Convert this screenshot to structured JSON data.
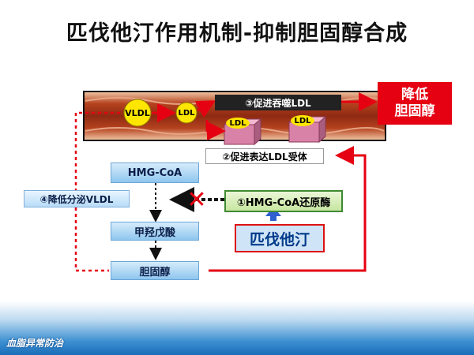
{
  "title": "匹伐他汀作用机制-抑制胆固醇合成",
  "vessel": {
    "vldl_label": "VLDL",
    "ldl_label": "LDL",
    "receptor_label": "LDL"
  },
  "mechanism_3": "③促进吞噬LDL",
  "result_box": {
    "line1": "降低",
    "line2": "胆固醇"
  },
  "mechanism_2": "②促进表达LDL受体",
  "mechanism_4": "④降低分泌VLDL",
  "pathway": [
    "HMG-CoA",
    "甲羟戊酸",
    "胆固醇"
  ],
  "enzyme": "①HMG-CoA还原酶",
  "drug": "匹伐他汀",
  "inhibit_mark": "✕",
  "logo_text": "血脂异常防治"
}
